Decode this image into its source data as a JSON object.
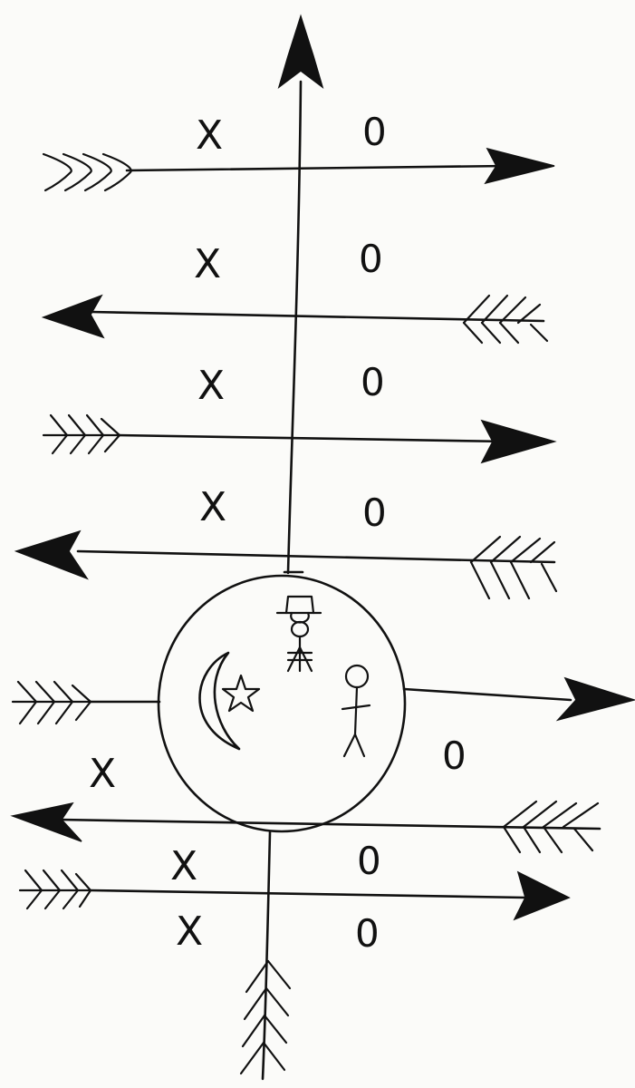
{
  "drawing": {
    "ink_color": "#111111",
    "paper_color": "#fbfbf9",
    "marks": {
      "cross": "X",
      "zero": "0",
      "star": "☆"
    },
    "figures": [
      "crescent-moon",
      "star",
      "hat-figure",
      "stick-figure"
    ]
  }
}
